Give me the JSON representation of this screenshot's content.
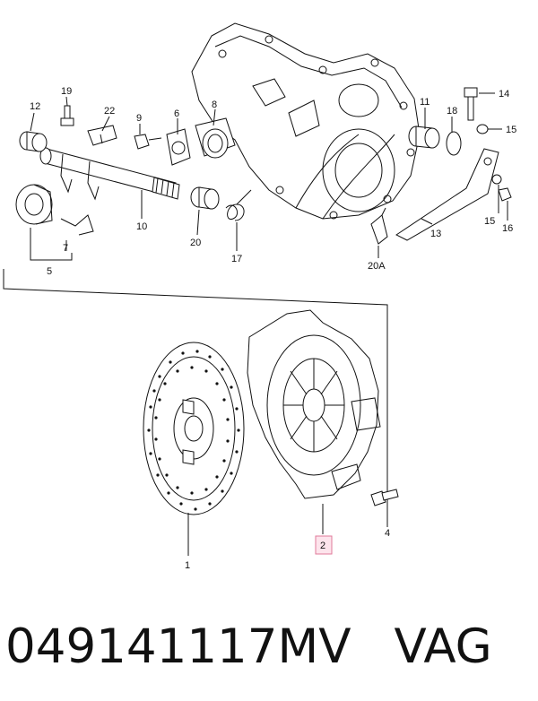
{
  "diagram": {
    "callouts": {
      "c1": "1",
      "c2": "2",
      "c4": "4",
      "c5": "5",
      "c6": "6",
      "c7": "7",
      "c8": "8",
      "c9": "9",
      "c10": "10",
      "c11": "11",
      "c12": "12",
      "c13": "13",
      "c14": "14",
      "c15a": "15",
      "c15b": "15",
      "c16": "16",
      "c17": "17",
      "c18": "18",
      "c19": "19",
      "c20": "20",
      "c20a": "20A",
      "c22": "22"
    },
    "highlight_color": "#e07a9a"
  },
  "footer": {
    "part_number": "049141117MV",
    "brand": "VAG"
  }
}
